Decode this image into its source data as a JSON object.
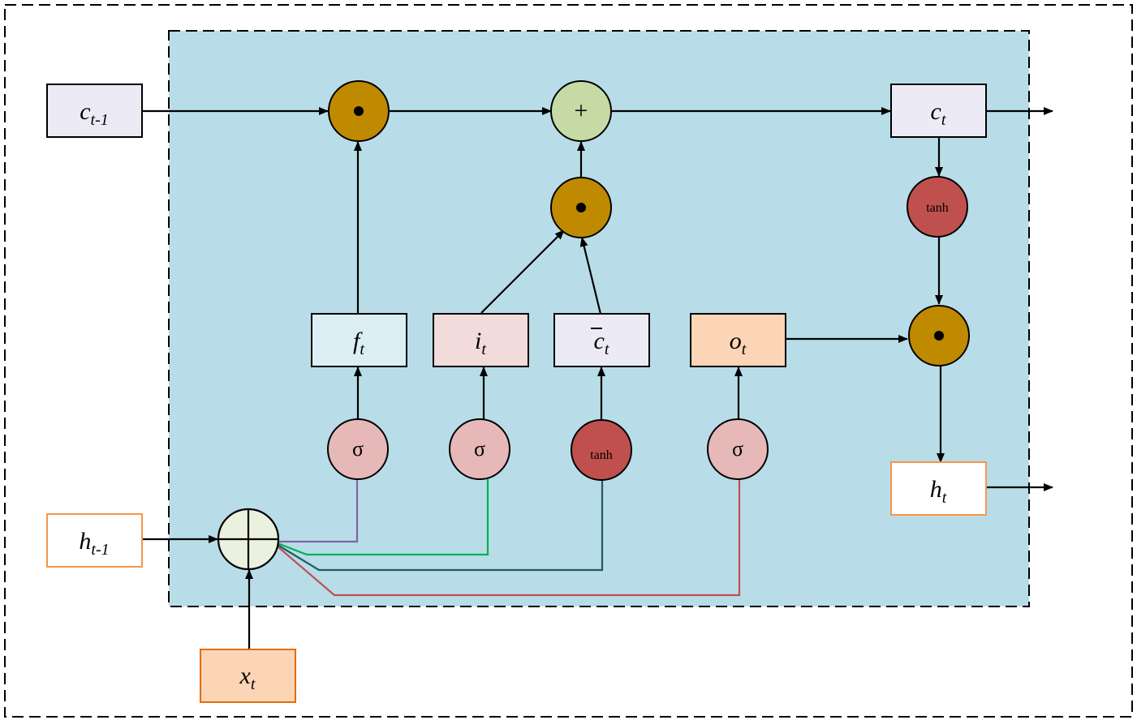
{
  "labels": {
    "c_prev": {
      "base": "c",
      "sub": "t-1"
    },
    "c_t": {
      "base": "c",
      "sub": "t"
    },
    "h_prev": {
      "base": "h",
      "sub": "t-1"
    },
    "h_t": {
      "base": "h",
      "sub": "t"
    },
    "x_t": {
      "base": "x",
      "sub": "t"
    },
    "f_t": {
      "base": "f",
      "sub": "t"
    },
    "i_t": {
      "base": "i",
      "sub": "t"
    },
    "cbar_t": {
      "base": "c",
      "sub": "t"
    },
    "o_t": {
      "base": "o",
      "sub": "t"
    }
  },
  "operators": {
    "sigma": "σ",
    "tanh": "tanh",
    "plus": "+"
  },
  "colors": {
    "inner_bg": "#b8dde8",
    "gate_gold": "#c08a00",
    "plus_green": "#c6daa6",
    "tanh_red": "#c0504d",
    "sigma_pink": "#e6b8b7",
    "concat_fill": "#ebf1de",
    "f_box": "#dbeef4",
    "i_box": "#f2dcdb",
    "cbar_box": "#ecebf5",
    "o_box": "#fbd5b5",
    "x_box": "#fbd5b5",
    "orange_border": "#f79646",
    "wire_purple": "#8064a2",
    "wire_green": "#00b050",
    "wire_teal": "#215968",
    "wire_red": "#c0504d"
  }
}
